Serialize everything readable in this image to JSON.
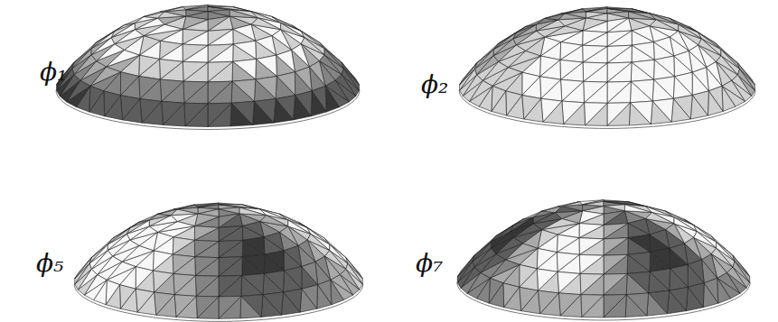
{
  "diagram": {
    "labels": [
      "ϕ₁",
      "ϕ₂",
      "ϕ₅",
      "ϕ₇"
    ]
  }
}
